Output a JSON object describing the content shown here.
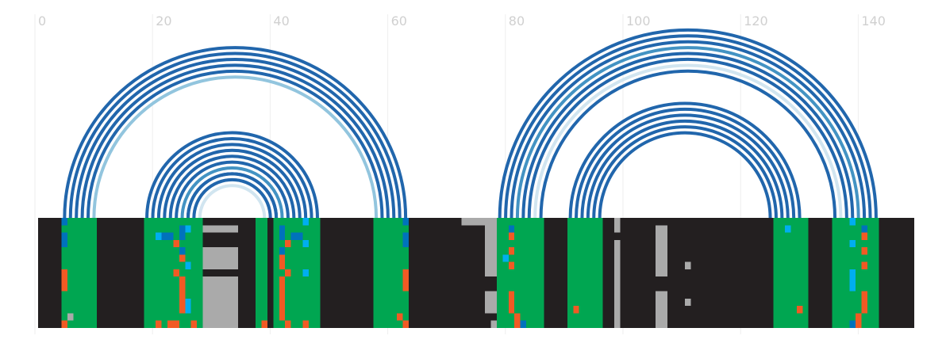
{
  "chart_data": {
    "type": "arc-diagram",
    "title": "",
    "xlabel": "",
    "ylabel": "",
    "xlim": [
      0,
      149
    ],
    "x_ticks": [
      0,
      20,
      40,
      60,
      80,
      100,
      120,
      140
    ],
    "grid": true,
    "colors": {
      "background_track": "#231f20",
      "helix": "#00a651",
      "arc_dark": "#2166ac",
      "arc_mid": "#4393c3",
      "arc_light": "#92c5de",
      "arc_pale": "#d1e5f0",
      "mark_orange": "#f15a24",
      "mark_blue": "#0072bc",
      "mark_cyan": "#00aeef",
      "mark_gray": "#aaaaaa"
    },
    "helices": [
      {
        "left_start": 4,
        "right_end": 63,
        "pairs": 6,
        "shades": [
          "dark",
          "dark",
          "dark",
          "dark",
          "dark",
          "light"
        ]
      },
      {
        "left_start": 18,
        "right_end": 48,
        "pairs": 5,
        "shades": [
          "dark",
          "dark",
          "dark",
          "dark",
          "dark"
        ]
      },
      {
        "left_start": 23,
        "right_end": 43,
        "pairs": 4,
        "shades": [
          "dark",
          "mid",
          "dark",
          "pale"
        ]
      },
      {
        "left_start": 25,
        "right_end": 41,
        "pairs": 3,
        "shades": [
          "dark",
          "dark",
          "pale"
        ]
      },
      {
        "left_start": 78,
        "right_end": 143,
        "pairs": 8,
        "shades": [
          "dark",
          "dark",
          "dark",
          "mid",
          "dark",
          "dark",
          "pale",
          "dark"
        ]
      },
      {
        "left_start": 90,
        "right_end": 130,
        "pairs": 6,
        "shades": [
          "dark",
          "dark",
          "dark",
          "dark",
          "dark",
          "dark"
        ]
      }
    ],
    "helix_columns": [
      [
        4,
        10
      ],
      [
        18,
        28
      ],
      [
        37,
        39
      ],
      [
        40,
        48
      ],
      [
        57,
        63
      ],
      [
        78,
        86
      ],
      [
        90,
        96
      ],
      [
        125,
        131
      ],
      [
        135,
        143
      ]
    ],
    "gray_blocks": [
      [
        28,
        34,
        1,
        1
      ],
      [
        28,
        34,
        4,
        6
      ],
      [
        28,
        34,
        8,
        14
      ],
      [
        72,
        78,
        0,
        0
      ],
      [
        76,
        78,
        1,
        7
      ],
      [
        76,
        78,
        10,
        12
      ],
      [
        77,
        78,
        14,
        14
      ],
      [
        98,
        99,
        0,
        1
      ],
      [
        98,
        99,
        3,
        14
      ],
      [
        105,
        107,
        1,
        7
      ],
      [
        105,
        107,
        10,
        14
      ],
      [
        110,
        111,
        6,
        6
      ],
      [
        110,
        111,
        11,
        11
      ]
    ],
    "marks": [
      [
        4,
        0,
        "blue"
      ],
      [
        4,
        2,
        "blue"
      ],
      [
        4,
        3,
        "blue"
      ],
      [
        4,
        7,
        "orange"
      ],
      [
        4,
        8,
        "orange"
      ],
      [
        4,
        9,
        "orange"
      ],
      [
        4,
        14,
        "orange"
      ],
      [
        5,
        13,
        "gray"
      ],
      [
        20,
        2,
        "cyan"
      ],
      [
        21,
        2,
        "blue"
      ],
      [
        22,
        2,
        "blue"
      ],
      [
        22,
        14,
        "orange"
      ],
      [
        20,
        14,
        "orange"
      ],
      [
        23,
        3,
        "orange"
      ],
      [
        23,
        7,
        "orange"
      ],
      [
        23,
        14,
        "orange"
      ],
      [
        24,
        1,
        "blue"
      ],
      [
        24,
        2,
        "blue"
      ],
      [
        24,
        4,
        "blue"
      ],
      [
        24,
        5,
        "orange"
      ],
      [
        24,
        8,
        "orange"
      ],
      [
        24,
        9,
        "orange"
      ],
      [
        24,
        10,
        "orange"
      ],
      [
        24,
        11,
        "orange"
      ],
      [
        24,
        12,
        "orange"
      ],
      [
        25,
        1,
        "cyan"
      ],
      [
        25,
        6,
        "cyan"
      ],
      [
        25,
        11,
        "cyan"
      ],
      [
        25,
        12,
        "cyan"
      ],
      [
        26,
        14,
        "orange"
      ],
      [
        38,
        14,
        "orange"
      ],
      [
        41,
        1,
        "blue"
      ],
      [
        41,
        2,
        "blue"
      ],
      [
        41,
        4,
        "blue"
      ],
      [
        41,
        5,
        "orange"
      ],
      [
        41,
        6,
        "orange"
      ],
      [
        41,
        8,
        "orange"
      ],
      [
        41,
        9,
        "orange"
      ],
      [
        41,
        10,
        "orange"
      ],
      [
        41,
        11,
        "orange"
      ],
      [
        41,
        12,
        "orange"
      ],
      [
        41,
        13,
        "orange"
      ],
      [
        42,
        3,
        "orange"
      ],
      [
        42,
        7,
        "orange"
      ],
      [
        42,
        14,
        "orange"
      ],
      [
        43,
        2,
        "blue"
      ],
      [
        44,
        2,
        "blue"
      ],
      [
        45,
        0,
        "cyan"
      ],
      [
        45,
        3,
        "cyan"
      ],
      [
        45,
        7,
        "cyan"
      ],
      [
        45,
        14,
        "orange"
      ],
      [
        61,
        13,
        "orange"
      ],
      [
        62,
        0,
        "blue"
      ],
      [
        62,
        2,
        "blue"
      ],
      [
        62,
        3,
        "blue"
      ],
      [
        62,
        7,
        "orange"
      ],
      [
        62,
        8,
        "orange"
      ],
      [
        62,
        9,
        "orange"
      ],
      [
        62,
        14,
        "orange"
      ],
      [
        79,
        5,
        "cyan"
      ],
      [
        80,
        1,
        "blue"
      ],
      [
        80,
        2,
        "orange"
      ],
      [
        80,
        4,
        "orange"
      ],
      [
        80,
        6,
        "orange"
      ],
      [
        80,
        10,
        "orange"
      ],
      [
        80,
        11,
        "orange"
      ],
      [
        80,
        12,
        "orange"
      ],
      [
        81,
        13,
        "orange"
      ],
      [
        81,
        14,
        "orange"
      ],
      [
        82,
        14,
        "blue"
      ],
      [
        91,
        12,
        "orange"
      ],
      [
        127,
        1,
        "cyan"
      ],
      [
        129,
        12,
        "orange"
      ],
      [
        138,
        0,
        "cyan"
      ],
      [
        138,
        3,
        "cyan"
      ],
      [
        138,
        7,
        "cyan"
      ],
      [
        138,
        8,
        "cyan"
      ],
      [
        138,
        9,
        "cyan"
      ],
      [
        138,
        14,
        "blue"
      ],
      [
        139,
        13,
        "orange"
      ],
      [
        139,
        14,
        "orange"
      ],
      [
        140,
        1,
        "blue"
      ],
      [
        140,
        2,
        "orange"
      ],
      [
        140,
        4,
        "orange"
      ],
      [
        140,
        6,
        "orange"
      ],
      [
        140,
        10,
        "orange"
      ],
      [
        140,
        11,
        "orange"
      ],
      [
        140,
        12,
        "orange"
      ]
    ]
  }
}
